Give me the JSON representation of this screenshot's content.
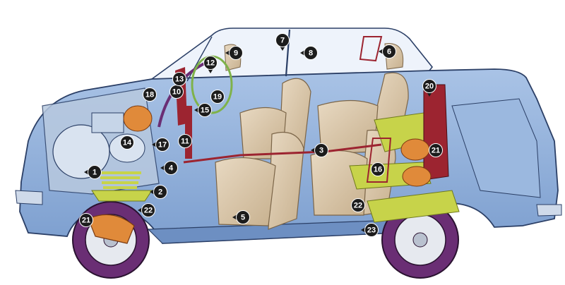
{
  "colors": {
    "body_blue": "#8fb0d8",
    "body_blue_dark": "#5f84b8",
    "outline": "#2b3f66",
    "seat_beige": "#dcc9ad",
    "seat_shadow": "#b79f80",
    "wheel_purple": "#6a2e74",
    "mechanical_orange": "#e08a3a",
    "suspension_green": "#c7d34a",
    "brake_red": "#9c2430",
    "callout_fill": "#1c1c1c",
    "callout_text": "#ffffff"
  },
  "callouts": [
    {
      "id": "c1",
      "label": "1",
      "pointer": "left"
    },
    {
      "id": "c2",
      "label": "2",
      "pointer": "left"
    },
    {
      "id": "c3",
      "label": "3",
      "pointer": "left"
    },
    {
      "id": "c4",
      "label": "4",
      "pointer": "left"
    },
    {
      "id": "c5",
      "label": "5",
      "pointer": "left"
    },
    {
      "id": "c6",
      "label": "6",
      "pointer": "left"
    },
    {
      "id": "c7",
      "label": "7",
      "pointer": "down"
    },
    {
      "id": "c8",
      "label": "8",
      "pointer": "left"
    },
    {
      "id": "c9",
      "label": "9",
      "pointer": "left"
    },
    {
      "id": "c10",
      "label": "10",
      "pointer": "none"
    },
    {
      "id": "c11",
      "label": "11",
      "pointer": "none"
    },
    {
      "id": "c12",
      "label": "12",
      "pointer": "down"
    },
    {
      "id": "c13",
      "label": "13",
      "pointer": "none"
    },
    {
      "id": "c14",
      "label": "14",
      "pointer": "none"
    },
    {
      "id": "c15",
      "label": "15",
      "pointer": "left"
    },
    {
      "id": "c16",
      "label": "16",
      "pointer": "none"
    },
    {
      "id": "c17",
      "label": "17",
      "pointer": "left"
    },
    {
      "id": "c18",
      "label": "18",
      "pointer": "none"
    },
    {
      "id": "c19",
      "label": "19",
      "pointer": "none"
    },
    {
      "id": "c20",
      "label": "20",
      "pointer": "down"
    },
    {
      "id": "c21a",
      "label": "21",
      "pointer": "none"
    },
    {
      "id": "c21b",
      "label": "21",
      "pointer": "none"
    },
    {
      "id": "c22a",
      "label": "22",
      "pointer": "left"
    },
    {
      "id": "c22b",
      "label": "22",
      "pointer": "none"
    },
    {
      "id": "c23",
      "label": "23",
      "pointer": "left"
    }
  ]
}
